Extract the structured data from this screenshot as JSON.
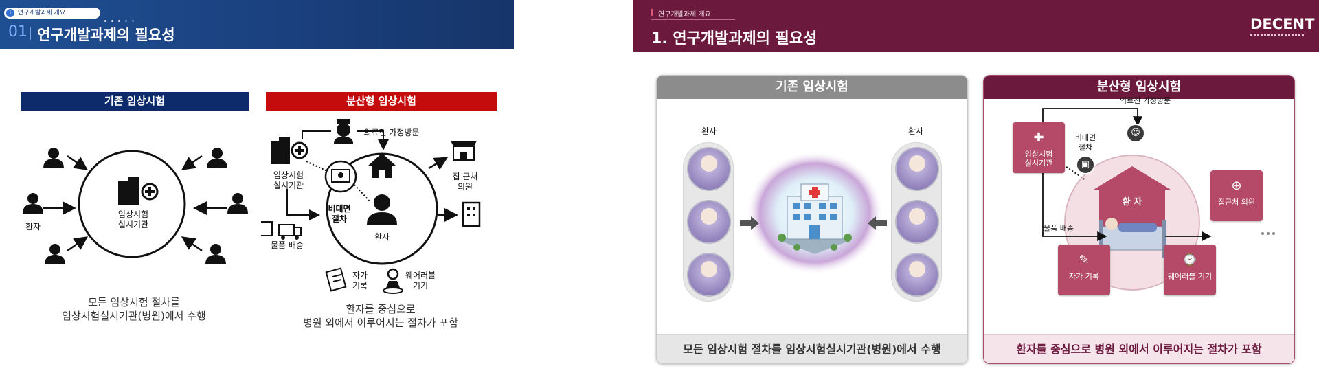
{
  "left": {
    "breadcrumb": "연구개발과제 개요",
    "breadcrumb_num": "i",
    "title_num": "01",
    "title": "연구개발과제의 필요성",
    "conventional": {
      "header": "기존 임상시험",
      "center_label": "임상시험\n실시기관",
      "patient_label": "환자",
      "caption": "모든 임상시험 절차를\n임상시험실시기관(병원)에서 수행"
    },
    "decentralized": {
      "header": "분산형 임상시험",
      "institution_label": "임상시험\n실시기관",
      "home_visit": "의료진 가정방문",
      "remote": "비대면\n절차",
      "patient": "환자",
      "delivery": "물품 배송",
      "clinic": "집 근처\n의원",
      "self_record": "자가\n기록",
      "wearable": "웨어러블\n기기",
      "caption": "환자를 중심으로\n병원 외에서 이루어지는 절차가 포함"
    }
  },
  "right": {
    "breadcrumb": "연구개발과제 개요",
    "title": "1. 연구개발과제의 필요성",
    "logo": "DECENT",
    "conventional": {
      "header": "기존 임상시험",
      "patient_left": "환자",
      "patient_right": "환자",
      "footer": "모든 임상시험 절차를 임상시험실시기관(병원)에서 수행"
    },
    "decentralized": {
      "header": "분산형 임상시험",
      "institution": "임상시험\n실시기관",
      "home_visit": "의료진 가정방문",
      "remote": "비대면\n절차",
      "patient": "환 자",
      "delivery": "물품 배송",
      "clinic": "집근처 의원",
      "self_record": "자가 기록",
      "wearable": "웨어러블 기기",
      "footer": "환자를 중심으로 병원 외에서 이루어지는 절차가 포함"
    }
  },
  "colors": {
    "left_header": "#1a3f7c",
    "navy": "#0d2b6b",
    "red": "#c40c0c",
    "maroon": "#6b1a3d",
    "rose": "#b44a67"
  },
  "icons": [
    "person-icon",
    "hospital-icon",
    "house-icon",
    "nurse-icon",
    "monitor-icon",
    "truck-icon",
    "clinic-icon",
    "building-icon",
    "clipboard-icon",
    "watch-icon",
    "doctor-icon",
    "bed-icon"
  ]
}
